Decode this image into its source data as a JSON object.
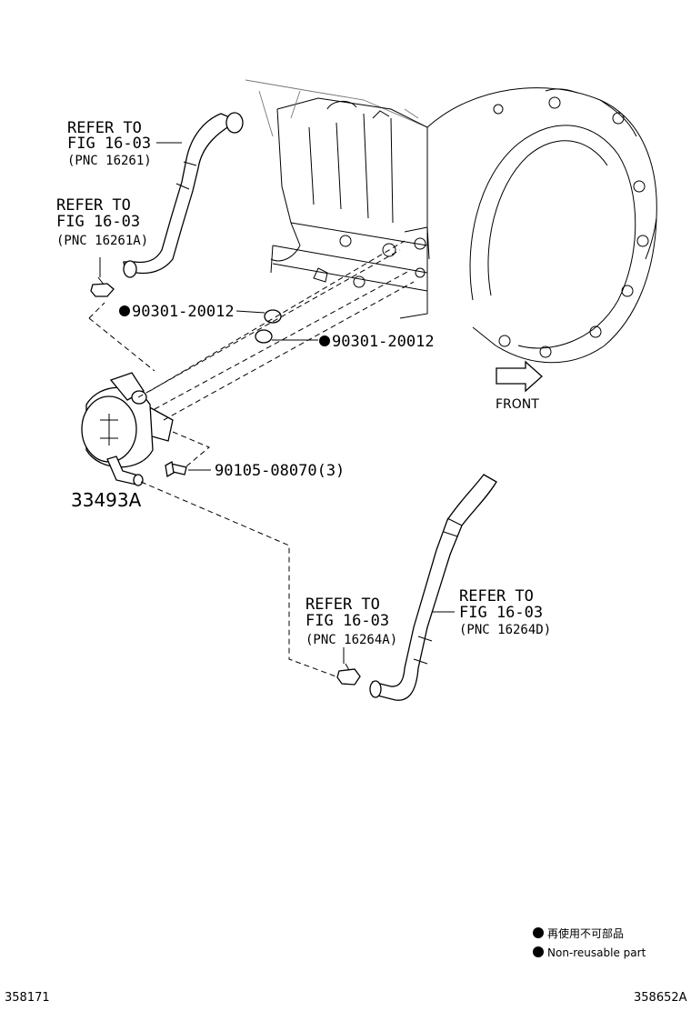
{
  "callouts": {
    "hose_upper": {
      "line1": "REFER TO",
      "line2": "FIG 16-03",
      "pnc": "(PNC 16261)"
    },
    "clamp_upper": {
      "line1": "REFER TO",
      "line2": "FIG 16-03",
      "pnc": "(PNC 16261A)"
    },
    "clamp_lower": {
      "line1": "REFER TO",
      "line2": "FIG 16-03",
      "pnc": "(PNC 16264A)"
    },
    "hose_lower": {
      "line1": "REFER TO",
      "line2": "FIG 16-03",
      "pnc": "(PNC 16264D)"
    }
  },
  "parts": {
    "oring_a": "90301-20012",
    "oring_b": "90301-20012",
    "bolt": "90105-08070(3)",
    "cooler": "33493A"
  },
  "front_label": "FRONT",
  "legend": {
    "japanese": "再使用不可部品",
    "english": "Non-reusable part"
  },
  "footer": {
    "left_code": "358171",
    "right_code": "358652A"
  }
}
